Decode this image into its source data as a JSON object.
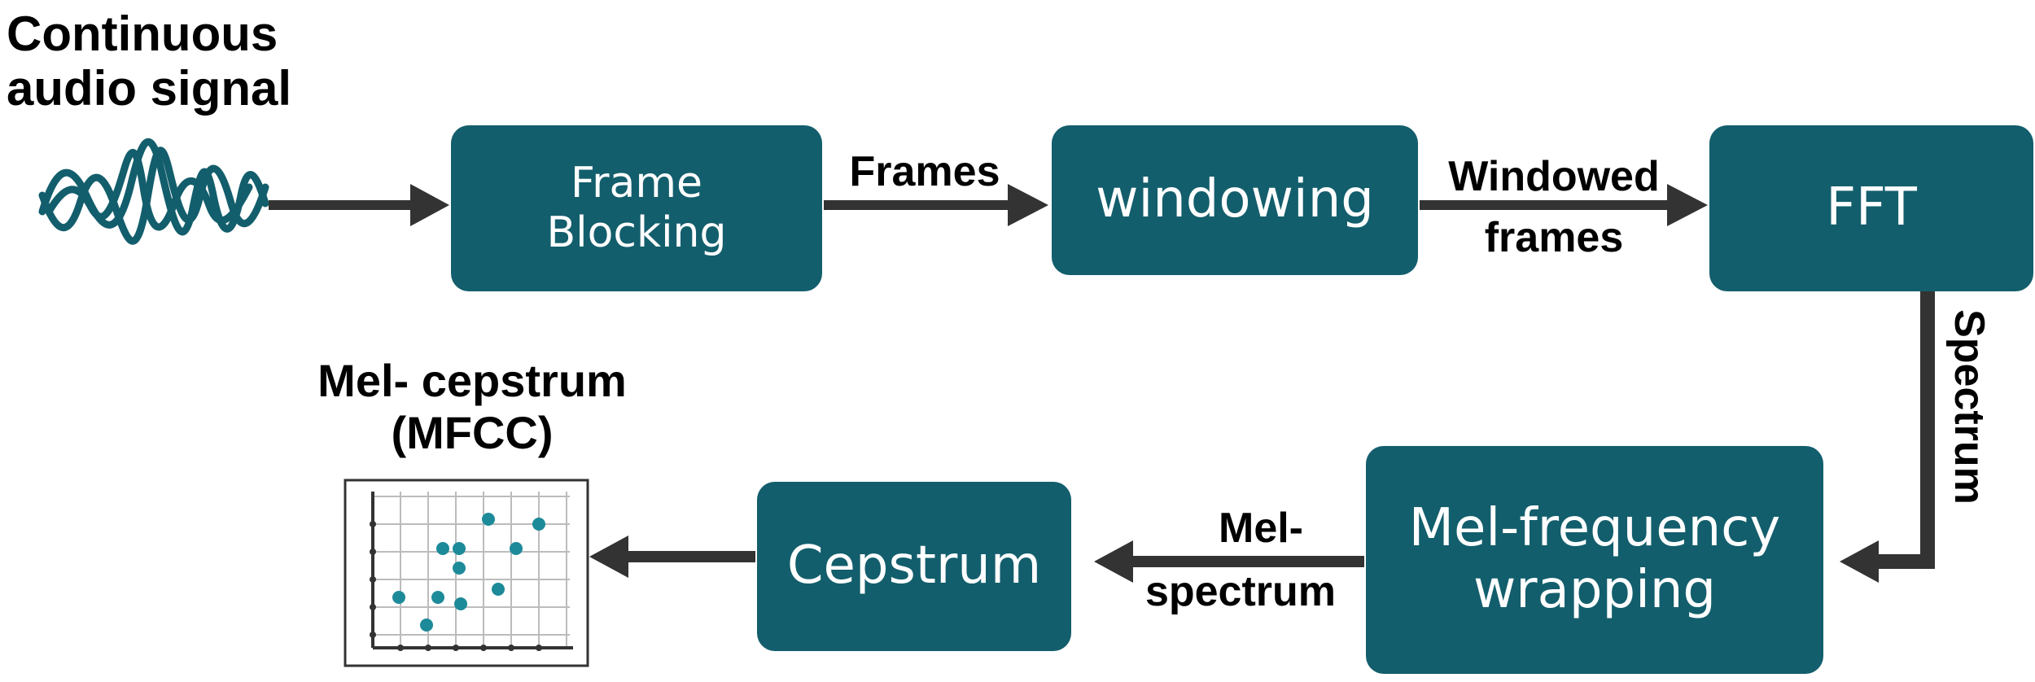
{
  "input": {
    "label_line1": "Continuous",
    "label_line2": "audio signal"
  },
  "boxes": {
    "frame_blocking": {
      "line1": "Frame",
      "line2": "Blocking"
    },
    "windowing": {
      "label": "windowing"
    },
    "fft": {
      "label": "FFT"
    },
    "mel_frequency": {
      "line1": "Mel-frequency",
      "line2": "wrapping"
    },
    "cepstrum": {
      "label": "Cepstrum"
    }
  },
  "edges": {
    "frames": "Frames",
    "windowed_line1": "Windowed",
    "windowed_line2": "frames",
    "spectrum": "Spectrum",
    "mel_line1": "Mel-",
    "mel_line2": "spectrum"
  },
  "output": {
    "label_line1": "Mel- cepstrum",
    "label_line2": "(MFCC)"
  },
  "colors": {
    "box_fill": "#135e6c",
    "box_text": "#ffffff",
    "arrow": "#333333",
    "waveform": "#135e6c",
    "dot": "#1d8a99"
  }
}
